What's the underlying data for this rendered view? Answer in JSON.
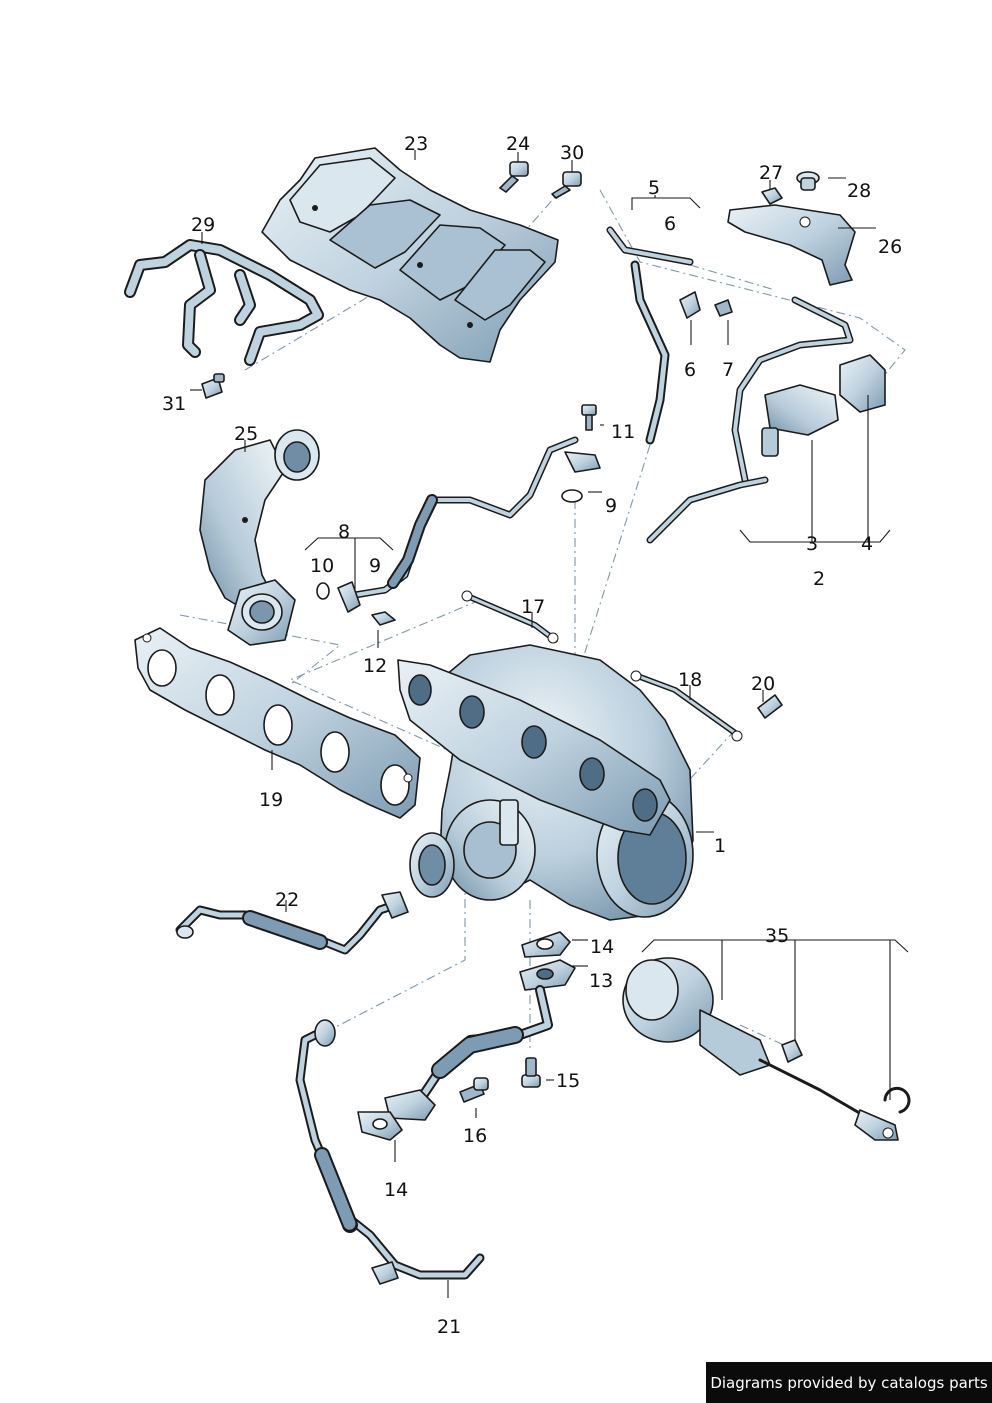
{
  "callouts": {
    "c1": "1",
    "c2": "2",
    "c3": "3",
    "c4": "4",
    "c5": "5",
    "c6a": "6",
    "c6b": "6",
    "c7": "7",
    "c8": "8",
    "c9a": "9",
    "c9b": "9",
    "c10": "10",
    "c11": "11",
    "c12": "12",
    "c13": "13",
    "c14a": "14",
    "c14b": "14",
    "c15": "15",
    "c16": "16",
    "c17": "17",
    "c18": "18",
    "c19": "19",
    "c20": "20",
    "c21": "21",
    "c22": "22",
    "c23": "23",
    "c24": "24",
    "c25": "25",
    "c26": "26",
    "c27": "27",
    "c28": "28",
    "c29": "29",
    "c30": "30",
    "c31": "31",
    "c35": "35"
  },
  "credit": "Diagrams provided by catalogs parts",
  "colors": {
    "part_fill": "#bfd2df",
    "part_shadow": "#7d9bb2",
    "part_highlight": "#eaf1f6",
    "line": "#1b1b1b",
    "leader_dash": "#7f97ad",
    "banner": "#0b0b0b"
  }
}
